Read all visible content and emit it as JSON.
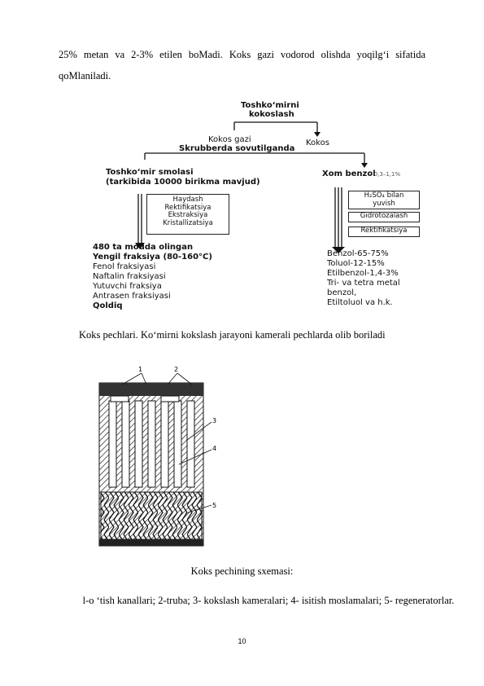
{
  "intro_text": "25% metan va 2-3% etilen boMadi. Koks gazi vodorod olishda yoqilg‘i sifatida qoMlaniladi.",
  "flowchart": {
    "top_title_line1": "Toshko‘mirni",
    "top_title_line2": "kokoslash",
    "kokos_gazi": "Kokos  gazi",
    "kokos": "Kokos",
    "skrubber": "Skrubberda sovutilganda",
    "left_title_line1": "Toshko‘mir smolasi",
    "left_title_line2": "(tarkibida 10000 birikma mavjud)",
    "right_title": "Xom benzol",
    "right_title_note": "– 0,3–1,1%",
    "left_box": [
      "Haydash",
      "Rektifikatsiya",
      "Ekstraksiya",
      "Kristallizatsiya"
    ],
    "right_box": [
      "H₂SO₄ bilan",
      "yuvish",
      "Gidrotozalash",
      "Rektifikatsiya"
    ],
    "left_results": [
      "480 ta modda olingan",
      "Yengil fraksiya (80-160°C)",
      "Fenol fraksiyasi",
      "Naftalin fraksiyasi",
      "Yutuvchi fraksiya",
      "Antrasen fraksiyasi",
      "Qoldiq"
    ],
    "right_results": [
      "Benzol-65-75%",
      "Toluol-12-15%",
      "Etilbenzol-1,4-3%",
      "Tri- va tetra metal",
      "benzol,",
      "Etiltoluol va h.k."
    ]
  },
  "caption_1": "Koks pechlari. Ko‘mirni kokslash jarayoni kamerali pechlarda olib boriladi",
  "oven_figure": {
    "labels": [
      "1",
      "2",
      "3",
      "4",
      "5"
    ]
  },
  "caption_2": "Koks pechining sxemasi:",
  "legend": "l-o ‘tish kanallari; 2-truba; 3- kokslash kameralari; 4- isitish moslamalari; 5- regeneratorlar.",
  "page_number": "10"
}
